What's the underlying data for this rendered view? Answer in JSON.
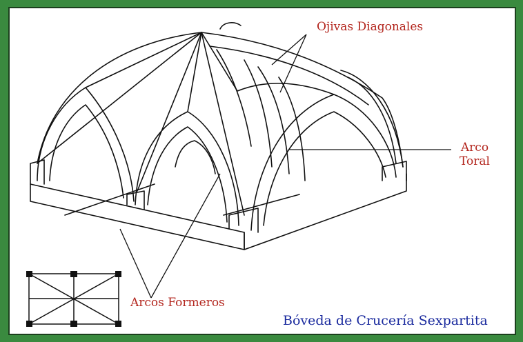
{
  "labels": {
    "ojivas": "Ojivas Diagonales",
    "arco_line1": "Arco",
    "arco_line2": "Toral",
    "formeros": "Arcos Formeros"
  },
  "title": "Bóveda de Crucería Sexpartita",
  "colors": {
    "background_frame": "#3a8a3f",
    "label_red": "#b3261e",
    "title_blue": "#1a2a9e",
    "line_black": "#111111"
  },
  "icons": {
    "vault_drawing": "sexpartite-vault-illustration",
    "floor_plan": "sexpartite-plan-diagram"
  }
}
